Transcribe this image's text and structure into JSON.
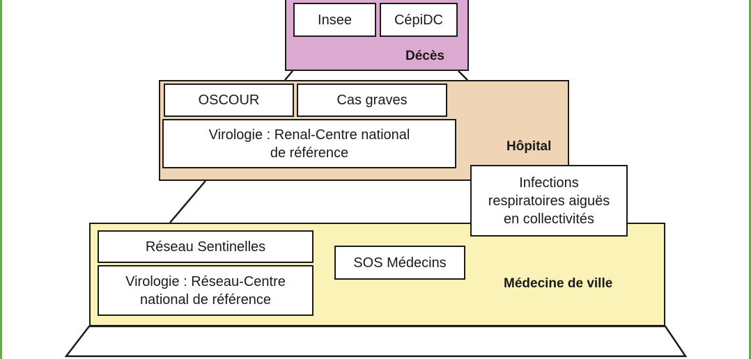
{
  "frame": {
    "border_color": "#6aa84f"
  },
  "tiers": {
    "deces": {
      "label": "Décès",
      "color": "#dcaad0",
      "boxes": [
        "Insee",
        "CépiDC"
      ]
    },
    "hopital": {
      "label": "Hôpital",
      "color": "#f0d4b6",
      "boxes": [
        "OSCOUR",
        "Cas graves"
      ],
      "virologie_line1": "Virologie : Renal-Centre national",
      "virologie_line2": "de référence"
    },
    "ville": {
      "label": "Médecine de ville",
      "color": "#fbf2b8",
      "reseau_sentinelles": "Réseau Sentinelles",
      "virologie_line1": "Virologie : Réseau-Centre",
      "virologie_line2": "national de référence",
      "sos_medecins": "SOS Médecins"
    }
  },
  "infections_box": {
    "line1": "Infections",
    "line2": "respiratoires aiguës",
    "line3": "en collectivités"
  }
}
